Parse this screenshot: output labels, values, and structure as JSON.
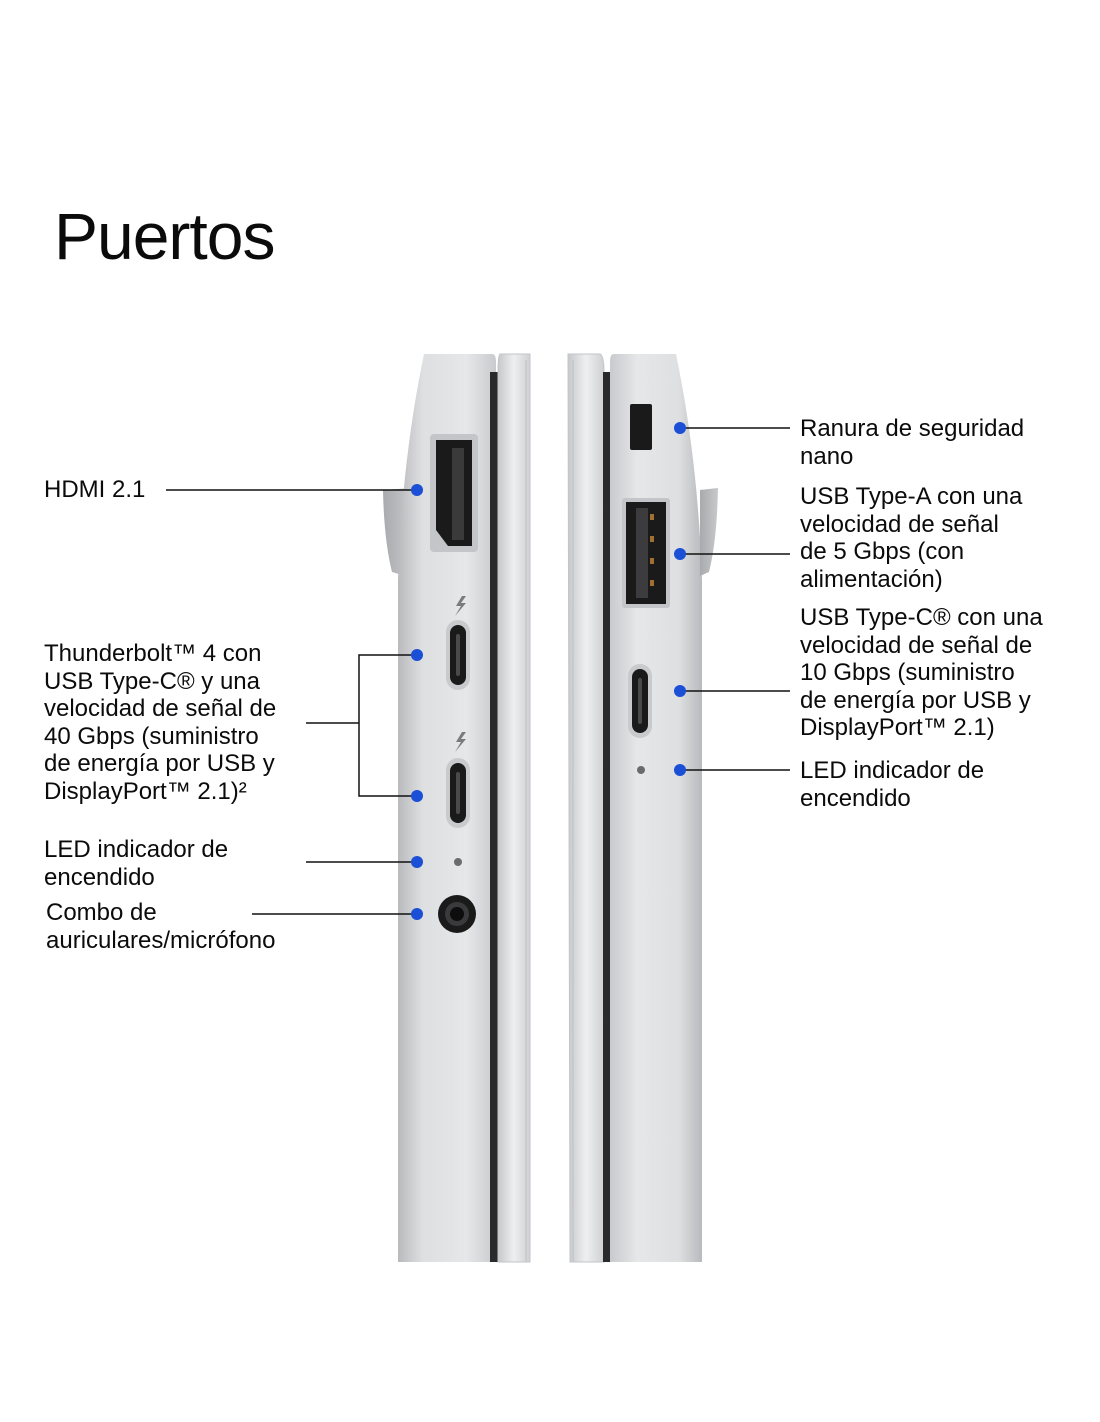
{
  "page": {
    "title": "Puertos"
  },
  "left_side": {
    "labels": {
      "hdmi": "HDMI 2.1",
      "thunderbolt": "Thunderbolt™ 4 con\nUSB Type-C® y una\nvelocidad de señal de\n40 Gbps (suministro\nde energía por USB y\nDisplayPort™ 2.1)²",
      "led": "LED indicador de\nencendido",
      "audio": "Combo de\nauriculares/micrófono"
    }
  },
  "right_side": {
    "labels": {
      "security": "Ranura de seguridad\nnano",
      "usb_a": "USB Type-A con una\nvelocidad de señal\nde 5 Gbps (con\nalimentación)",
      "usb_c": "USB Type-C® con una\nvelocidad de señal de\n10 Gbps (suministro\nde energía por USB y\nDisplayPort™ 2.1)",
      "led": "LED indicador de\nencendido"
    }
  },
  "colors": {
    "callout_dot": "#1a4fd6",
    "callout_line": "#111111",
    "chassis_silver": "#d9dadc",
    "port_black": "#1a1a1a"
  }
}
